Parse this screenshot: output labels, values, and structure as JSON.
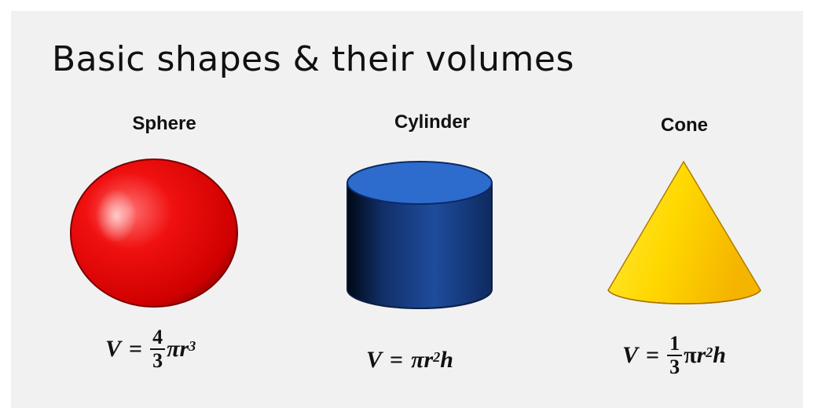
{
  "title": "Basic shapes & their volumes",
  "shapes": [
    {
      "name": "Sphere",
      "color": "#e00000",
      "formula": {
        "lhs": "V",
        "eq": "=",
        "numerator": "4",
        "denominator": "3",
        "pi": "π",
        "var": "r",
        "power": "3",
        "tail": ""
      }
    },
    {
      "name": "Cylinder",
      "color": "#1f4fa8",
      "formula": {
        "lhs": "V",
        "eq": "=",
        "pi": "π",
        "var": "r",
        "power": "2",
        "tail": "h"
      }
    },
    {
      "name": "Cone",
      "color": "#ffd000",
      "formula": {
        "lhs": "V",
        "eq": "=",
        "numerator": "1",
        "denominator": "3",
        "pi": "π",
        "var": "r",
        "power": "2",
        "tail": "h"
      }
    }
  ]
}
